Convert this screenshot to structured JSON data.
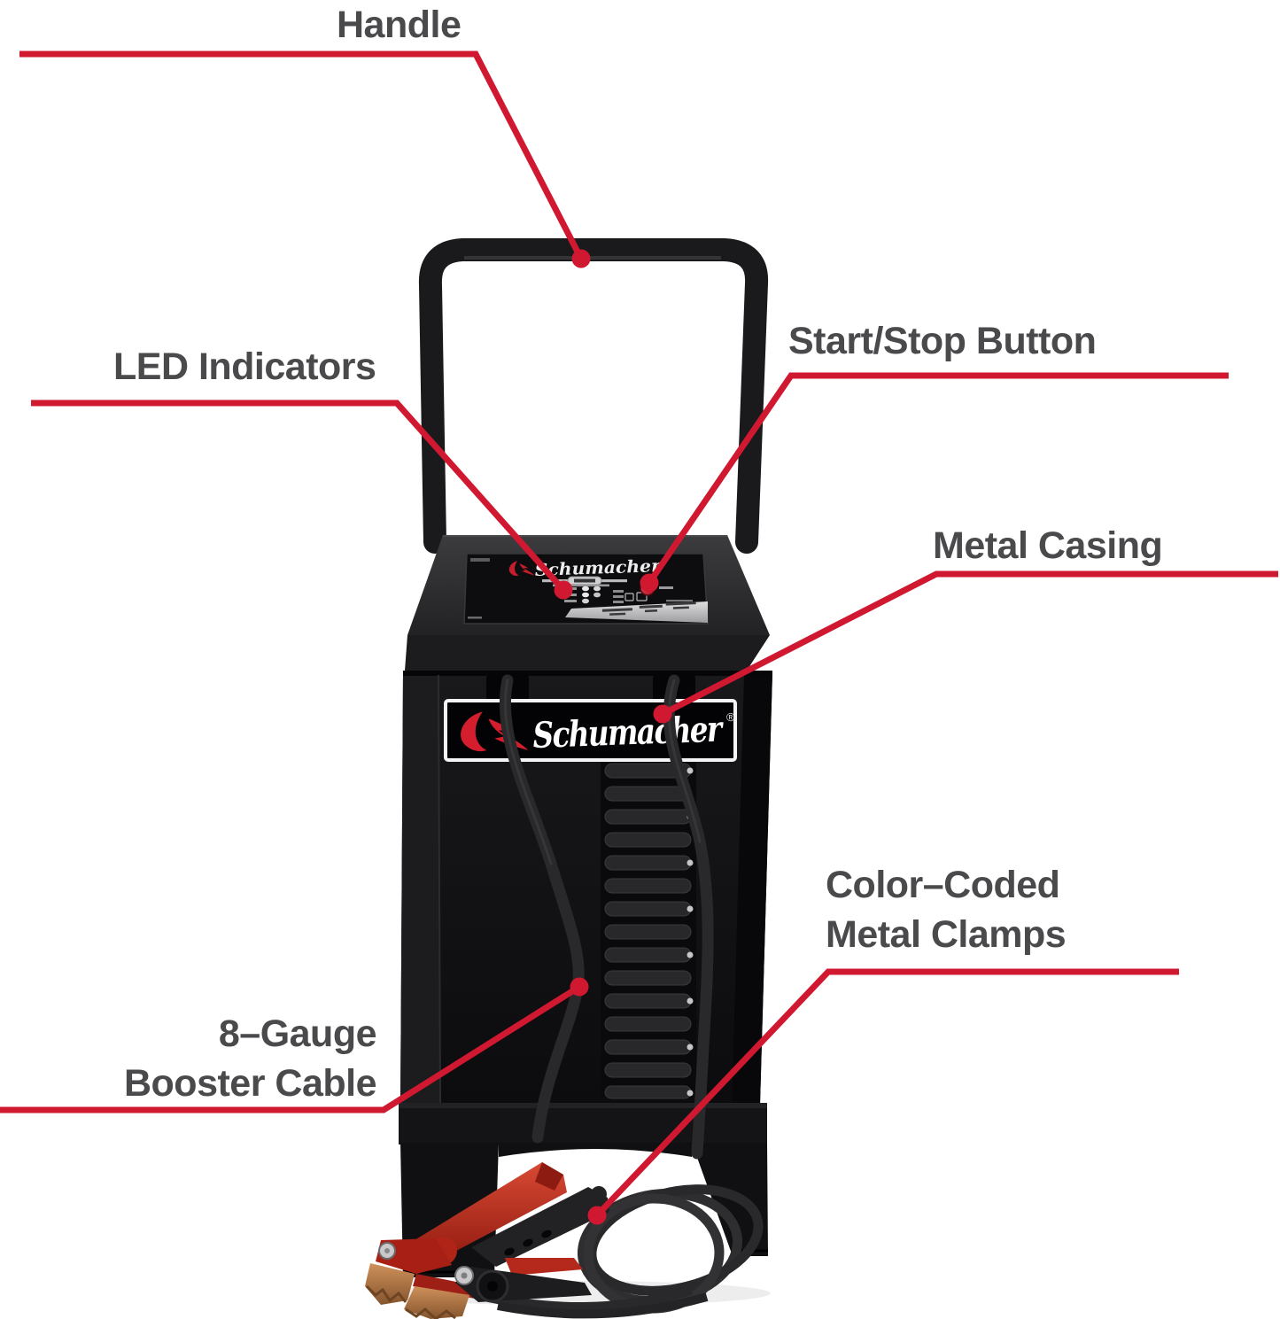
{
  "page": {
    "description": "Annotated product diagram of a Schumacher wheeled automotive battery charger with red callout lines"
  },
  "style": {
    "callout_red": "#d01930",
    "label_gray": "#4a4a4c",
    "body_black": "#101012",
    "clamp_red": "#b5291c",
    "copper": "#b07a4e",
    "background": "#ffffff"
  },
  "brand": {
    "name": "Schumacher",
    "registered_mark": "®"
  },
  "callouts": {
    "handle": {
      "label": "Handle"
    },
    "led_indicators": {
      "label": "LED Indicators"
    },
    "start_stop_button": {
      "label": "Start/Stop Button"
    },
    "metal_casing": {
      "label": "Metal Casing"
    },
    "metal_clamps": {
      "line1": "Color–Coded",
      "line2": "Metal Clamps"
    },
    "booster_cable": {
      "line1": "8–Gauge",
      "line2": "Booster Cable"
    }
  }
}
